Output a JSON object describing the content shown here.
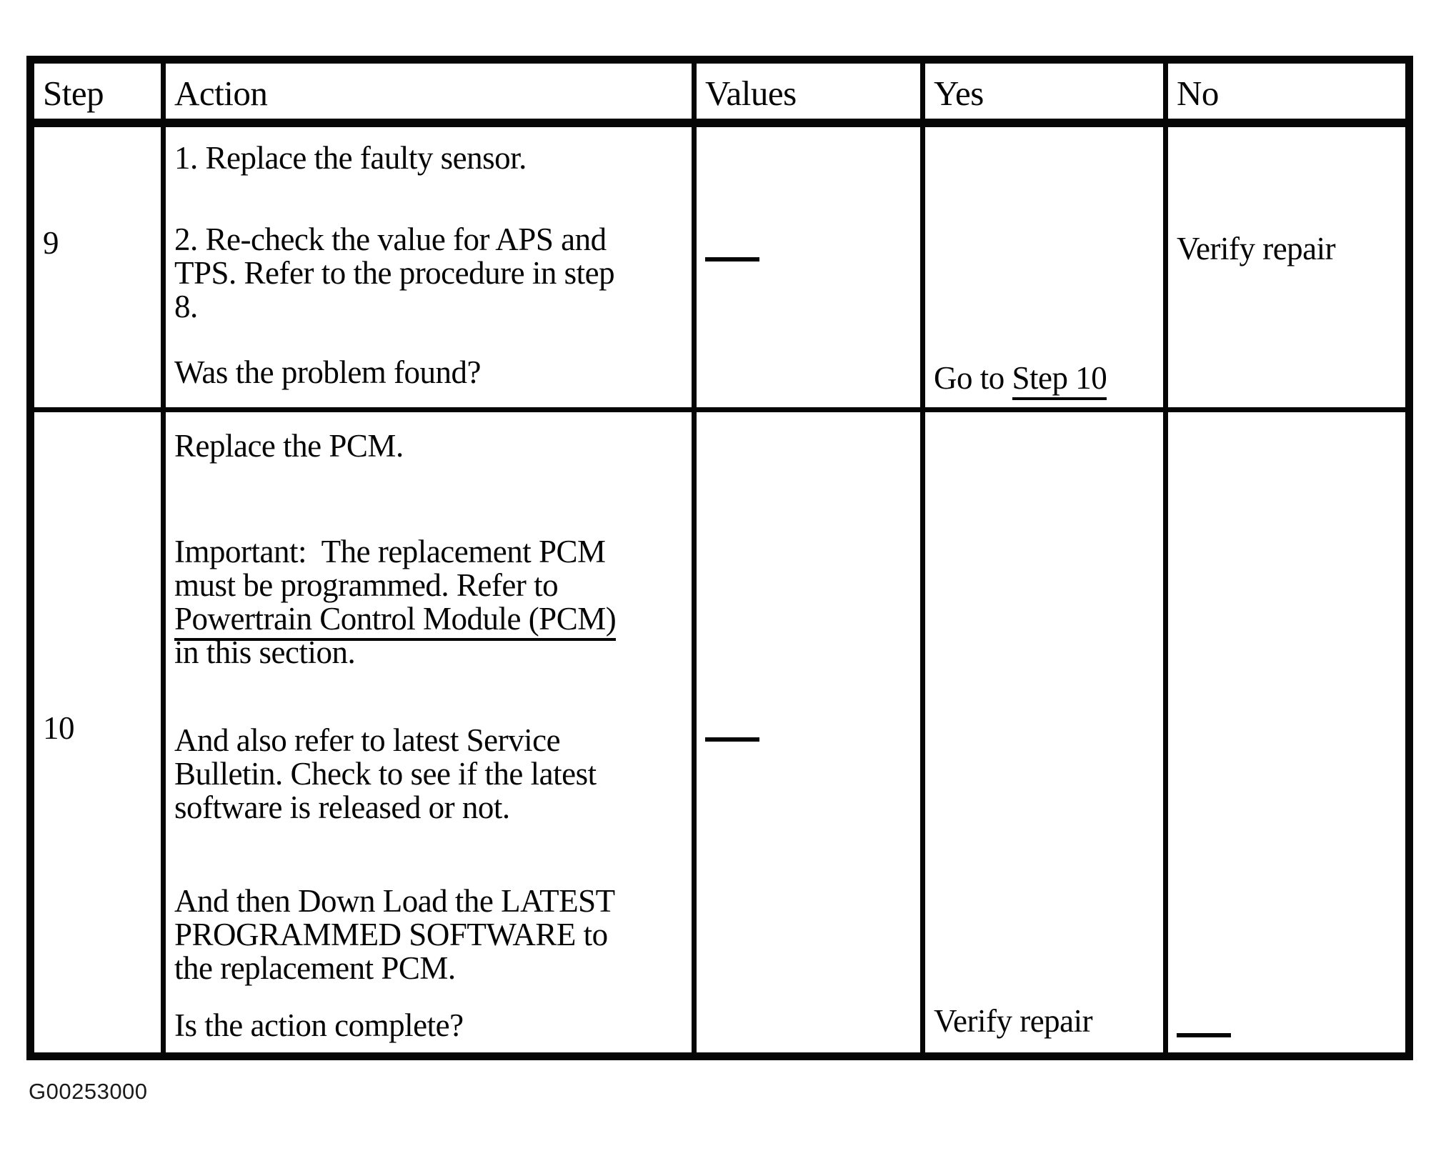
{
  "page": {
    "figure_code": "G00253000"
  },
  "table": {
    "headers": {
      "step": "Step",
      "action": "Action",
      "values": "Values",
      "yes": "Yes",
      "no": "No"
    },
    "rows": [
      {
        "step": "9",
        "action": {
          "p1": "1. Replace the faulty sensor.",
          "p2": "2. Re-check the value for APS and\nTPS. Refer to the procedure in step\n8.",
          "question": "Was the problem found?"
        },
        "yes": {
          "prefix": "Go to ",
          "link": "Step 10"
        },
        "no": {
          "text": "Verify repair"
        }
      },
      {
        "step": "10",
        "action": {
          "p1": "Replace the PCM.",
          "p2_before": "Important:  The replacement PCM\nmust be programmed. Refer to\n",
          "p2_link": "Powertrain Control Module (PCM)",
          "p2_after": "\nin this section.",
          "p3": "And also refer to latest Service\nBulletin. Check to see if the latest\nsoftware is released or not.",
          "p4": "And then Down Load the LATEST\nPROGRAMMED SOFTWARE to\nthe replacement PCM.",
          "question": "Is the action complete?"
        },
        "yes": {
          "text": "Verify repair"
        }
      }
    ]
  }
}
